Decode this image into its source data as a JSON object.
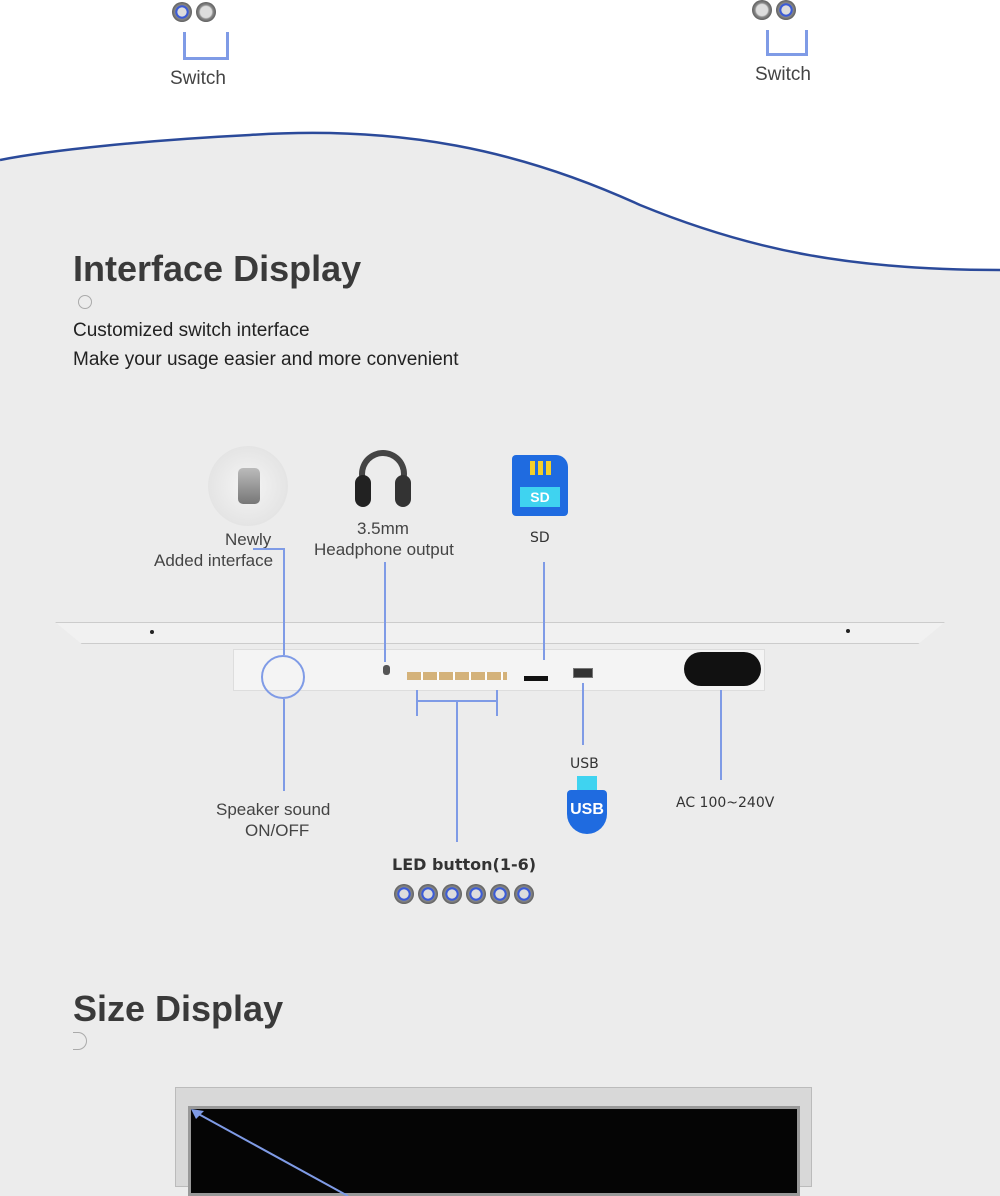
{
  "top": {
    "left_switch_label": "Switch",
    "right_switch_label": "Switch"
  },
  "interface": {
    "title": "Interface Display",
    "lines": [
      "Customized switch interface",
      "Make your usage easier and more convenient"
    ],
    "callouts": {
      "newly_added_1": "Newly",
      "newly_added_2": "Added interface",
      "headphone_1": "3.5mm",
      "headphone_2": "Headphone output",
      "sd": "SD",
      "sd_icon_text": "SD",
      "usb": "USB",
      "usb_icon_text": "USB",
      "ac": "AC 100~240V",
      "speaker_1": "Speaker sound",
      "speaker_2": "ON/OFF",
      "led": "LED button(1-6)"
    }
  },
  "size": {
    "title": "Size Display"
  },
  "colors": {
    "accent": "#7f9be6",
    "wave": "#2b4a9a",
    "background": "#ececec"
  }
}
